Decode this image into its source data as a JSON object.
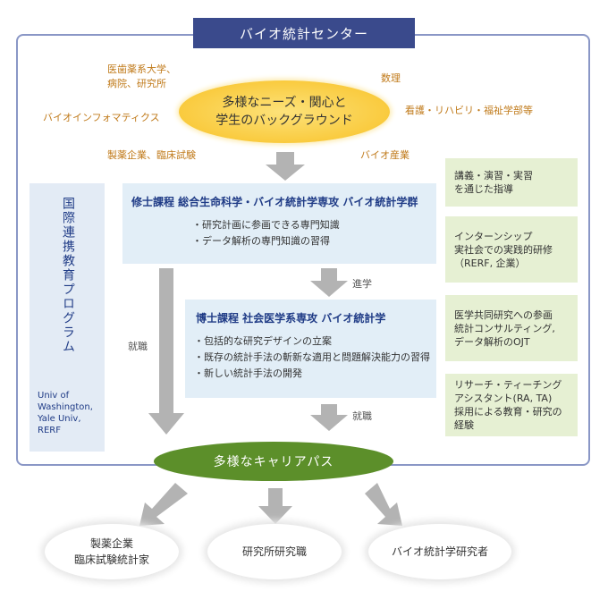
{
  "header": {
    "title": "バイオ統計センター"
  },
  "background": {
    "center_line1": "多様なニーズ・関心と",
    "center_line2": "学生のバックグラウンド",
    "labels": {
      "med_line1": "医歯薬系大学、",
      "med_line2": "病院、研究所",
      "math": "数理",
      "bioinformatics": "バイオインフォマティクス",
      "nursing": "看護・リハビリ・福祉学部等",
      "pharma": "製薬企業、臨床試験",
      "bio_industry": "バイオ産業"
    }
  },
  "master": {
    "title": "修士課程 総合生命科学・バイオ統計学専攻 バイオ統計学群",
    "items": [
      "・研究計画に参画できる専門知識",
      "・データ解析の専門知識の習得"
    ]
  },
  "doctor": {
    "title": "博士課程 社会医学系専攻 バイオ統計学",
    "items": [
      "・包括的な研究デザインの立案",
      "・既存の統計手法の斬新な適用と問題解決能力の習得",
      "・新しい統計手法の開発"
    ]
  },
  "international": {
    "title": "国際連携教育プログラム",
    "univ_line1": "Univ of",
    "univ_line2": "Washington,",
    "univ_line3": "Yale Univ,",
    "univ_line4": "RERF"
  },
  "flow_labels": {
    "advance": "進学",
    "employment_left": "就職",
    "employment_doctor": "就職"
  },
  "training": [
    {
      "lines": [
        "講義・演習・実習",
        "を通じた指導"
      ]
    },
    {
      "lines": [
        "インターンシップ",
        "実社会での実践的研修",
        "（RERF, 企業）"
      ]
    },
    {
      "lines": [
        "医学共同研究への参画",
        "統計コンサルティング,",
        "データ解析のOJT"
      ]
    },
    {
      "lines": [
        "リサーチ・ティーチング",
        "アシスタント(RA, TA)",
        "採用による教育・研究の経験"
      ]
    }
  ],
  "career": {
    "label": "多様なキャリアパス"
  },
  "destinations": {
    "pharma_line1": "製薬企業",
    "pharma_line2": "臨床試験統計家",
    "institute": "研究所研究職",
    "researcher": "バイオ統計学研究者"
  },
  "colors": {
    "navy": "#3a4a8c",
    "orange_text": "#c07a1a",
    "oval_yellow": "#f9c93a",
    "box_blue": "#e2eef7",
    "box_green": "#e6f0d3",
    "career_green": "#5c8f2a",
    "arrow_gray": "#b3b3b3"
  }
}
